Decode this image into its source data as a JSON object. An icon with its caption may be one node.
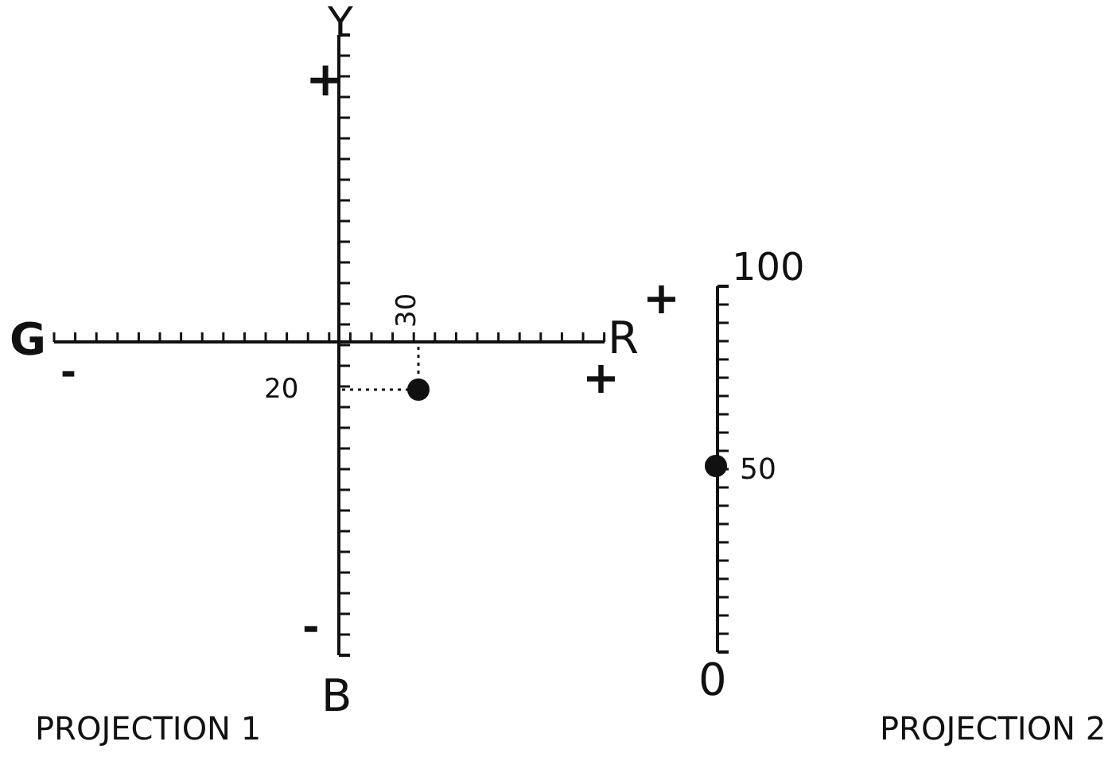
{
  "diagram": {
    "labels": [
      "+",
      "Y",
      "30",
      "G",
      "R",
      "-",
      "20",
      "+",
      "-",
      "B",
      "+",
      "100",
      "50",
      "0",
      "PROJECTION 1",
      "PROJECTION 2"
    ]
  }
}
